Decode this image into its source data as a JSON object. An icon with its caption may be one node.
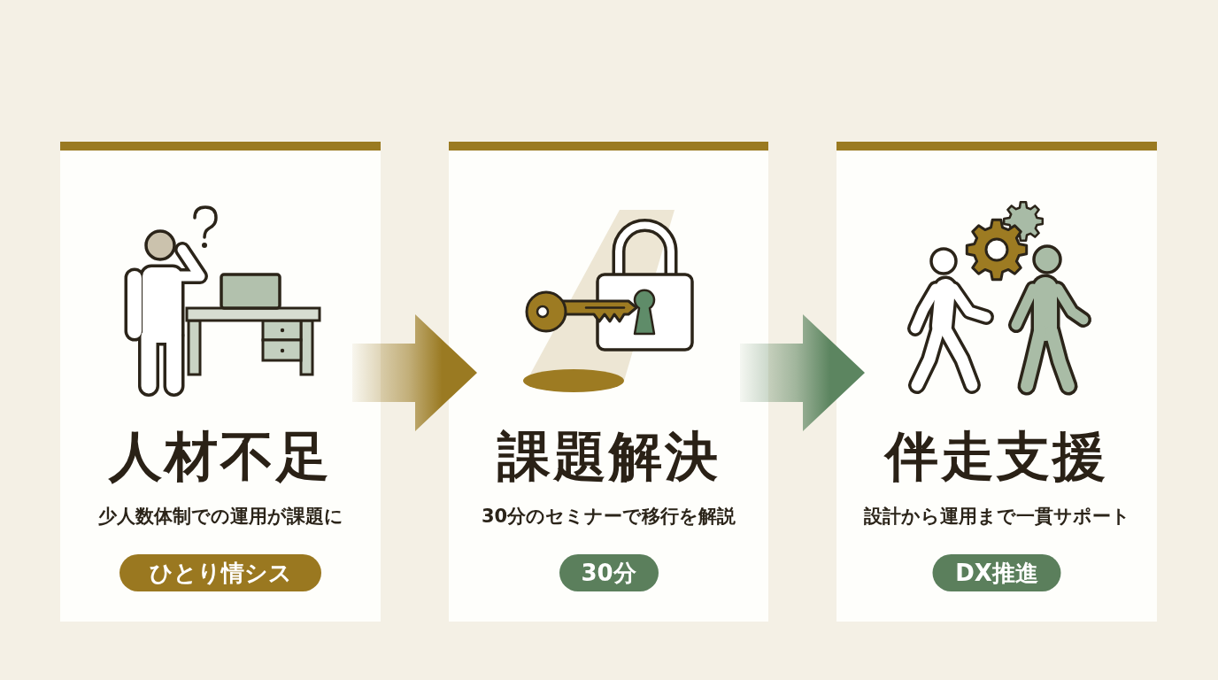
{
  "diagram": {
    "nodes": [
      {
        "text": [
          "人材不足",
          "少人数体制での運用が課題に"
        ]
      },
      {
        "text": [
          "ひとり情シス"
        ],
        "in": 0
      },
      {
        "text": [
          "課題解決",
          "30分のセミナーで移行を解説"
        ]
      },
      {
        "text": [
          "30分"
        ],
        "in": 2
      },
      {
        "text": [
          "伴走支援",
          "設計から運用まで一貫サポート"
        ]
      },
      {
        "text": [
          "DX推進"
        ],
        "in": 4
      }
    ],
    "edges": [
      {
        "from": 0,
        "to": 2,
        "arrow": "to",
        "style": "thick",
        "color": "#9a7a22"
      },
      {
        "from": 2,
        "to": 4,
        "arrow": "to",
        "style": "thick",
        "color": "#5c8560"
      }
    ]
  }
}
